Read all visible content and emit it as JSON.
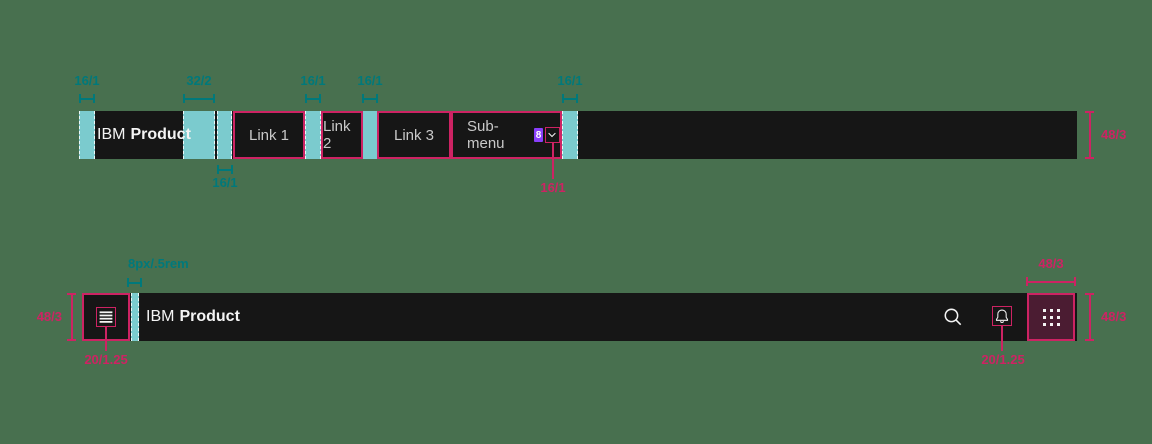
{
  "colors": {
    "background": "#48704f",
    "bar_background": "#161616",
    "teal_overlay": "#7bcbce",
    "teal_annotation": "#00797b",
    "pink_annotation": "#cd2363",
    "badge_purple": "#8a3ffc",
    "app_switcher_highlight": "#4b1c32",
    "brand_text": "#f4f4f4",
    "link_text": "#c9c9c9"
  },
  "top_header": {
    "brand": {
      "prefix": "IBM",
      "product": "Product"
    },
    "links": [
      {
        "label": "Link 1"
      },
      {
        "label": "Link 2"
      },
      {
        "label": "Link 3"
      }
    ],
    "submenu": {
      "label": "Sub-menu",
      "gap_badge": "8",
      "icon": "chevron-down-icon"
    },
    "annotations": {
      "left_padding": "16/1",
      "after_brand": "32/2",
      "before_link1": "16/1",
      "link1_link2_gap": "16/1",
      "link2_link3_gap": "16/1",
      "after_submenu": "16/1",
      "chevron_icon_size": "16/1",
      "bar_height": "48/3"
    }
  },
  "bottom_header": {
    "brand": {
      "prefix": "IBM",
      "product": "Product"
    },
    "icons": {
      "menu": "menu-icon",
      "search": "search-icon",
      "notification": "notification-bell-icon",
      "app_switcher": "app-switcher-grid-icon"
    },
    "annotations": {
      "bar_height_left": "48/3",
      "menu_icon_size": "20/1.25",
      "brand_gap": "8px/.5rem",
      "bell_icon_size": "20/1.25",
      "switcher_width": "48/3",
      "bar_height_right": "48/3"
    }
  }
}
